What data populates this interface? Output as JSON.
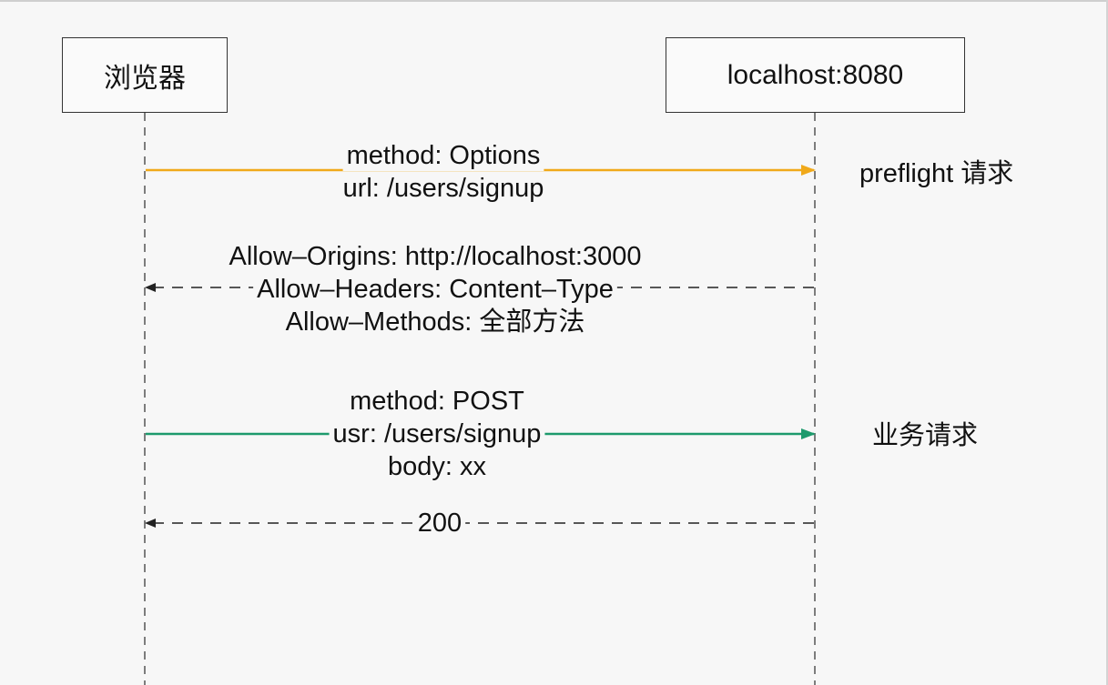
{
  "actors": {
    "browser": "浏览器",
    "server": "localhost:8080"
  },
  "messages": [
    {
      "style": "solid",
      "direction": "right",
      "color": "#f0a91a",
      "lines": [
        "method: Options",
        "url: /users/signup"
      ]
    },
    {
      "style": "dashed",
      "direction": "left",
      "color": "#222222",
      "lines": [
        "Allow–Origins: http://localhost:3000",
        "Allow–Headers: Content–Type",
        "Allow–Methods: 全部方法"
      ]
    },
    {
      "style": "solid",
      "direction": "right",
      "color": "#1d9a6c",
      "lines": [
        "method: POST",
        "usr: /users/signup",
        "body: xx"
      ]
    },
    {
      "style": "dashed",
      "direction": "left",
      "color": "#222222",
      "lines": [
        "200"
      ]
    }
  ],
  "notes": [
    {
      "text": "preflight 请求"
    },
    {
      "text": "业务请求"
    }
  ]
}
